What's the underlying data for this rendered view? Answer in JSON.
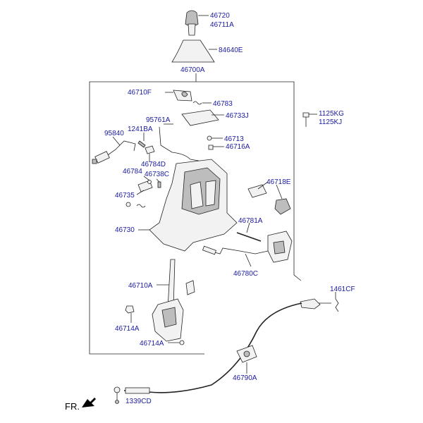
{
  "labels": {
    "l46720": "46720",
    "l46711A": "46711A",
    "l84640E": "84640E",
    "l46700A": "46700A",
    "l46710F": "46710F",
    "l46783": "46783",
    "l46733J": "46733J",
    "l95761A": "95761A",
    "l1241BA": "1241BA",
    "l95840": "95840",
    "l46713": "46713",
    "l46716A": "46716A",
    "l1125KG": "1125KG",
    "l1125KJ": "1125KJ",
    "l46784D": "46784D",
    "l46784": "46784",
    "l46738C": "46738C",
    "l46735": "46735",
    "l46718E": "46718E",
    "l46781A": "46781A",
    "l46730": "46730",
    "l46780C": "46780C",
    "l46710A": "46710A",
    "l1461CF": "1461CF",
    "l46714A_1": "46714A",
    "l46714A_2": "46714A",
    "l46790A": "46790A",
    "l1339CD": "1339CD",
    "fr": "FR."
  }
}
